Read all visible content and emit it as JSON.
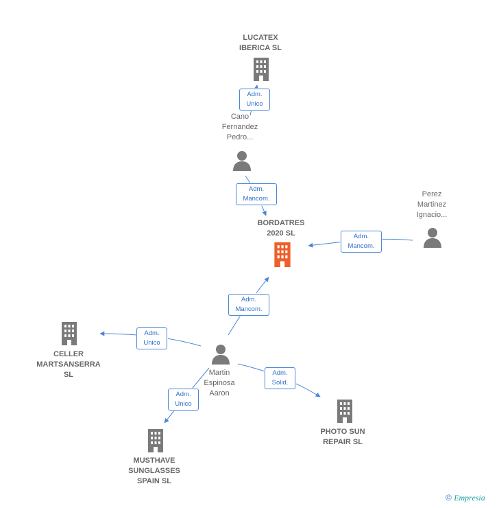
{
  "nodes": {
    "lucatex": {
      "label": "LUCATEX\nIBERICA  SL",
      "type": "company"
    },
    "cano": {
      "label": "Cano\nFernandez\nPedro...",
      "type": "person"
    },
    "bordatres": {
      "label": "BORDATRES\n2020  SL",
      "type": "company",
      "focus": true
    },
    "perez": {
      "label": "Perez\nMartinez\nIgnacio...",
      "type": "person"
    },
    "celler": {
      "label": "CELLER\nMARTSANSERRA\nSL",
      "type": "company"
    },
    "martin": {
      "label": "Martin\nEspinosa\nAaron",
      "type": "person"
    },
    "photosun": {
      "label": "PHOTO SUN\nREPAIR  SL",
      "type": "company"
    },
    "musthave": {
      "label": "MUSTHAVE\nSUNGLASSES\nSPAIN  SL",
      "type": "company"
    }
  },
  "edges": [
    {
      "id": "cano-lucatex",
      "label": "Adm.\nUnico"
    },
    {
      "id": "cano-bordatres",
      "label": "Adm.\nMancom."
    },
    {
      "id": "perez-bordatres",
      "label": "Adm.\nMancom."
    },
    {
      "id": "martin-bordatres",
      "label": "Adm.\nMancom."
    },
    {
      "id": "martin-celler",
      "label": "Adm.\nUnico"
    },
    {
      "id": "martin-photosun",
      "label": "Adm.\nSolid."
    },
    {
      "id": "martin-musthave",
      "label": "Adm.\nUnico"
    }
  ],
  "colors": {
    "edge": "#4a86d8",
    "company": "#7a7a7a",
    "focus": "#ee5f2b",
    "person": "#7a7a7a"
  },
  "footer": {
    "copyright": "©",
    "brand": "Empresia"
  }
}
